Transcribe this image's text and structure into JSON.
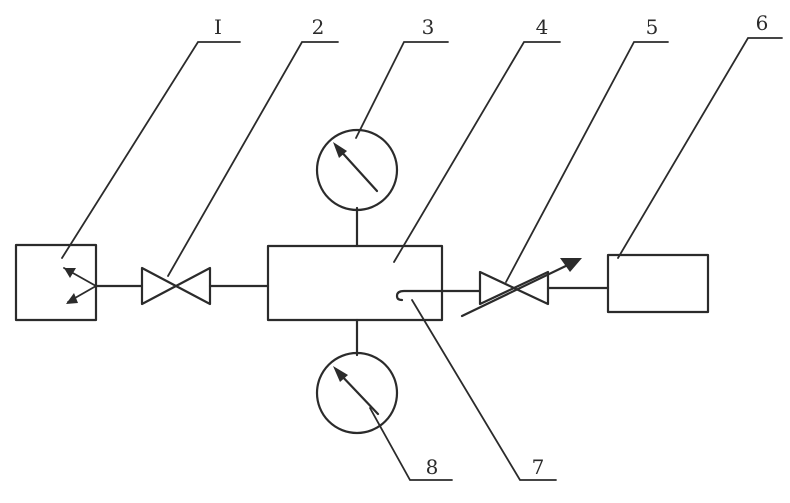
{
  "diagram": {
    "labels": {
      "part_1": "I",
      "part_2": "2",
      "part_3": "3",
      "part_4": "4",
      "part_5": "5",
      "part_6": "6",
      "part_7": "7",
      "part_8": "8"
    }
  }
}
